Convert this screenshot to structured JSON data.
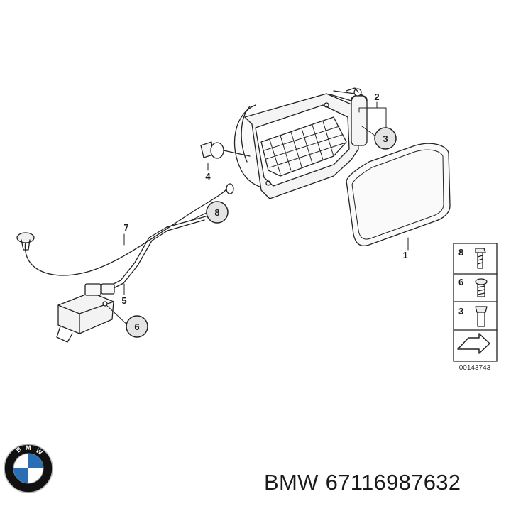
{
  "diagram": {
    "callouts": [
      {
        "id": "c1",
        "label": "1"
      },
      {
        "id": "c2",
        "label": "2"
      },
      {
        "id": "c3",
        "label": "3"
      },
      {
        "id": "c4",
        "label": "4"
      },
      {
        "id": "c5",
        "label": "5"
      },
      {
        "id": "c6",
        "label": "6"
      },
      {
        "id": "c7",
        "label": "7"
      },
      {
        "id": "c8",
        "label": "8"
      }
    ],
    "legend": [
      "8",
      "6",
      "3"
    ],
    "reference_code": "00143743"
  },
  "footer": {
    "brand": "BMW",
    "part_number": "67116987632"
  },
  "logo": {
    "letters": "BMW",
    "colors": {
      "ring": "#111111",
      "blue": "#2a6fb5",
      "white": "#ffffff"
    }
  }
}
